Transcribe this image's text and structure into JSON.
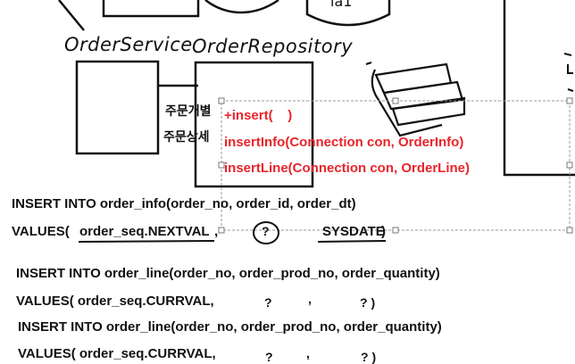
{
  "whiteboard": {
    "labels": {
      "order_service": "OrderService",
      "order_repository": "OrderRepository",
      "korean_note_1": "주문개별",
      "korean_note_2": "주문상세"
    },
    "red_methods": [
      "+insert(    )",
      "insertInfo(Connection con, OrderInfo)",
      "insertLine(Connection con, OrderLine)"
    ],
    "sql": {
      "info_insert": "INSERT INTO order_info(order_no, order_id, order_dt)",
      "info_values_prefix": "VALUES( ",
      "info_values_seq": "order_seq.NEXTVAL",
      "info_values_comma": ",",
      "info_values_q": "?",
      "info_values_sysdate": "SYSDATE",
      "info_values_end": ")",
      "line1_insert": "INSERT INTO order_line(order_no, order_prod_no, order_quantity)",
      "line1_values": "VALUES( order_seq.CURRVAL,",
      "line1_q1": "?",
      "line1_comma": ",",
      "line1_q2": "?  )",
      "line2_insert": "INSERT INTO order_line(order_no, order_prod_no, order_quantity)",
      "line2_values": "VALUES( order_seq.CURRVAL,",
      "line2_q1": "?",
      "line2_comma": ",",
      "line2_q2": "?  )",
      "top_db_label": "ia1"
    },
    "colors": {
      "ink": "#111111",
      "red_text": "#e8242b",
      "selection": "#9a9a9a"
    }
  }
}
